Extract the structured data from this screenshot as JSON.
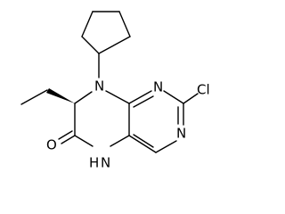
{
  "atoms": {
    "n8": "N",
    "n1": "N",
    "cl": "Cl",
    "n3": "N",
    "o": "O",
    "nh": "H",
    "n5": "N"
  },
  "colors": {
    "bond": "#000000",
    "background": "#ffffff"
  }
}
